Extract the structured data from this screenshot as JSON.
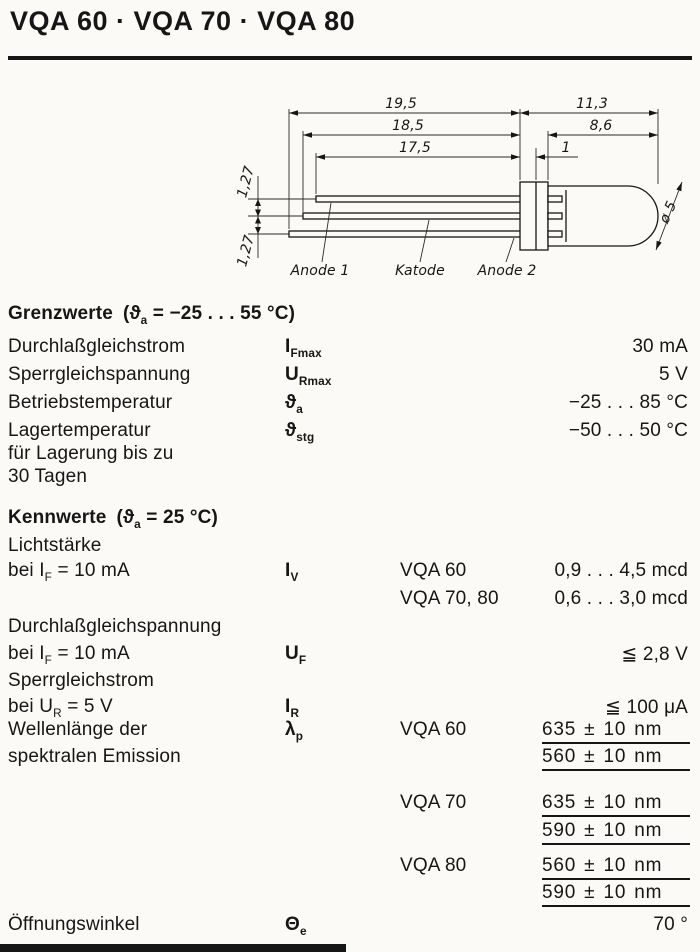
{
  "page": {
    "title": "VQA 60 · VQA 70 · VQA 80"
  },
  "drawing": {
    "dim_19_5": "19,5",
    "dim_11_3": "11,3",
    "dim_18_5": "18,5",
    "dim_8_6": "8,6",
    "dim_17_5": "17,5",
    "dim_1": "1",
    "dim_pitch_top": "1,27",
    "dim_pitch_bottom": "1,27",
    "dim_diameter": "ø 5",
    "label_anode1": "Anode 1",
    "label_katode": "Katode",
    "label_anode2": "Anode 2"
  },
  "grenzwerte": {
    "heading": "Grenzwerte",
    "cond_open": "(ϑ",
    "cond_sub": "a",
    "cond_rest": " = −25 . . . 55 °C)",
    "rows": [
      {
        "label": "Durchlaßgleichstrom",
        "sym": "I",
        "sub": "Fmax",
        "value": "30 mA"
      },
      {
        "label": "Sperrgleichspannung",
        "sym": "U",
        "sub": "Rmax",
        "value": "5 V"
      },
      {
        "label": "Betriebstemperatur",
        "sym": "ϑ",
        "sub": "a",
        "value": "−25 . . . 85 °C"
      },
      {
        "label": "Lagertemperatur",
        "label2": "für Lagerung bis zu",
        "label3": "30 Tagen",
        "sym": "ϑ",
        "sub": "stg",
        "value": "−50 . . . 50 °C"
      }
    ]
  },
  "kennwerte": {
    "heading": "Kennwerte",
    "cond_open": "(ϑ",
    "cond_sub": "a",
    "cond_rest": " = 25 °C)",
    "lichtstaerke": {
      "label": "Lichtstärke",
      "label2_pre": "bei I",
      "label2_sub": "F",
      "label2_rest": " = 10 mA",
      "sym": "I",
      "sub": "V",
      "entries": [
        {
          "device": "VQA 60",
          "value": "0,9 . . . 4,5 mcd"
        },
        {
          "device": "VQA 70, 80",
          "value": "0,6 . . . 3,0 mcd"
        }
      ]
    },
    "durchlass": {
      "label": "Durchlaßgleichspannung",
      "label2_pre": "bei I",
      "label2_sub": "F",
      "label2_rest": " = 10 mA",
      "sym": "U",
      "sub": "F",
      "value": "≦ 2,8 V"
    },
    "sperr": {
      "label": "Sperrgleichstrom",
      "label2_pre": "bei U",
      "label2_sub": "R",
      "label2_rest": " = 5 V",
      "sym": "I",
      "sub": "R",
      "value": "≦ 100 μA"
    },
    "wellenlaenge": {
      "label": "Wellenlänge der",
      "label2": "spektralen Emission",
      "sym": "λ",
      "sub": "p",
      "groups": [
        {
          "device": "VQA 60",
          "value1": "635 ± 10 nm",
          "value2": "560 ± 10 nm"
        },
        {
          "device": "VQA 70",
          "value1": "635 ± 10 nm",
          "value2": "590 ± 10 nm"
        },
        {
          "device": "VQA 80",
          "value1": "560 ± 10 nm",
          "value2": "590 ± 10 nm"
        }
      ]
    },
    "oeffnungswinkel": {
      "label": "Öffnungswinkel",
      "sym": "Θ",
      "sub": "e",
      "value": "70 °"
    }
  }
}
